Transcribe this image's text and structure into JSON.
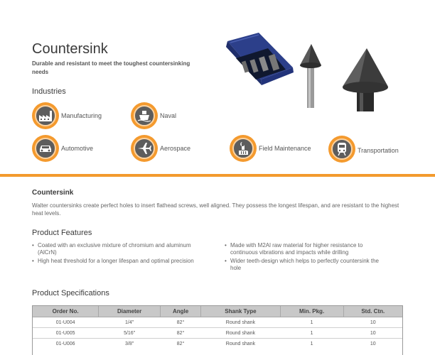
{
  "header": {
    "title": "Countersink",
    "subtitle": "Durable and resistant to meet the toughest countersinking needs"
  },
  "industries": {
    "heading": "Industries",
    "items": [
      {
        "label": "Manufacturing",
        "icon": "factory-icon"
      },
      {
        "label": "Naval",
        "icon": "ship-icon"
      },
      {
        "label": "Automotive",
        "icon": "car-icon"
      },
      {
        "label": "Aerospace",
        "icon": "airplane-icon"
      },
      {
        "label": "Field Maintenance",
        "icon": "wrench-hand-icon"
      },
      {
        "label": "Transportation",
        "icon": "train-icon"
      }
    ]
  },
  "colors": {
    "accent": "#f39a2d",
    "icon_bg": "#5d5d5d",
    "table_header": "#c8c8c8"
  },
  "description": {
    "heading": "Countersink",
    "text": "Walter countersinks create perfect holes to insert flathead screws, well aligned.  They possess the longest lifespan, and are resistant to the highest heat levels."
  },
  "features": {
    "heading": "Product Features",
    "left": [
      "Coated with an exclusive mixture of chromium and aluminum (AlCrN)",
      "High heat threshold for a longer lifespan and optimal precision"
    ],
    "right": [
      "Made with M2Al raw material for higher resistance to continuous vibrations and impacts while drilling",
      "Wider teeth-design which helps to perfectly countersink the hole"
    ]
  },
  "specs": {
    "heading": "Product Specifications",
    "columns": [
      "Order No.",
      "Diameter",
      "Angle",
      "Shank Type",
      "Min. Pkg.",
      "Std. Ctn."
    ],
    "rows": [
      [
        "01-U004",
        "1/4\"",
        "82°",
        "Round shank",
        "1",
        "10"
      ],
      [
        "01-U005",
        "5/16\"",
        "82°",
        "Round shank",
        "1",
        "10"
      ],
      [
        "01-U006",
        "3/8\"",
        "82°",
        "Round shank",
        "1",
        "10"
      ]
    ]
  }
}
